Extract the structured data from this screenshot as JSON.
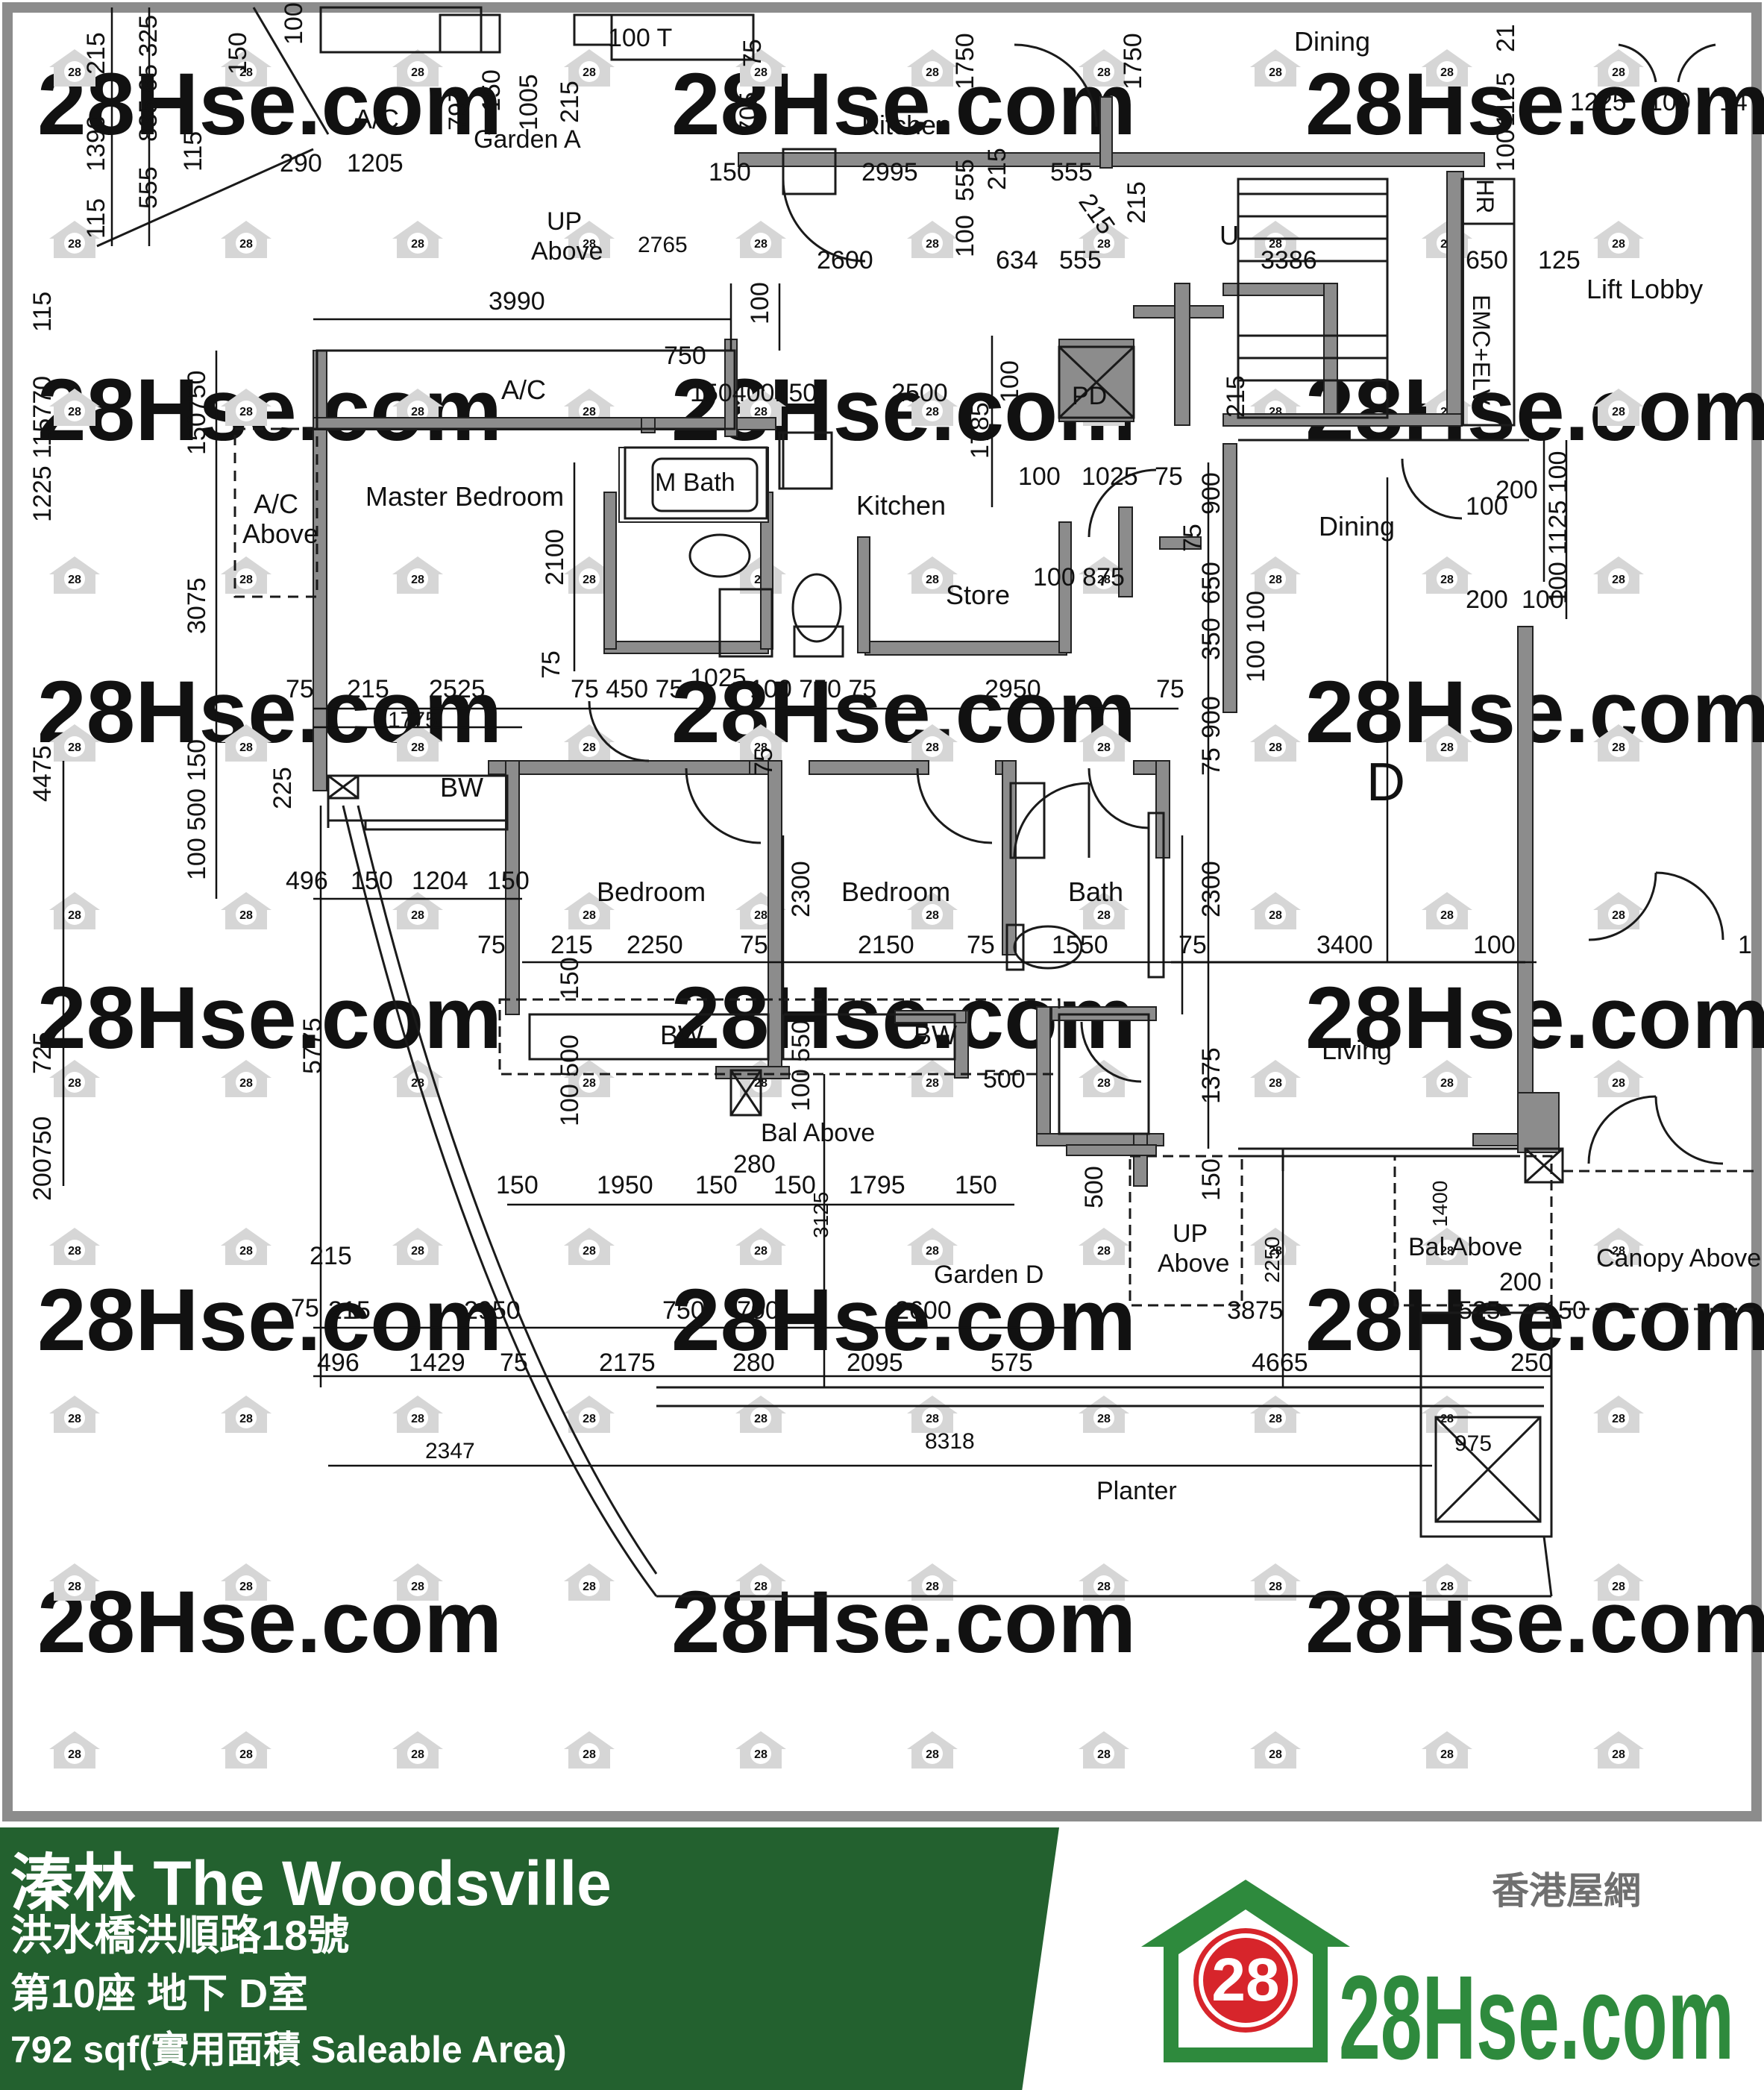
{
  "watermark": "28Hse.com",
  "watermark_badge": "28",
  "rooms": {
    "dining_top": "Dining",
    "kitchen_top": "Kitchen",
    "garden_a": "Garden A",
    "ac_top": "A/C",
    "up_above_top": "UP\nAbove",
    "lift_lobby": "Lift Lobby",
    "emc_elv": "EMC+ELV",
    "hr": "HR",
    "u": "U",
    "ac": "A/C",
    "pd": "PD",
    "ac_above": "A/C\nAbove",
    "master_bedroom": "Master Bedroom",
    "m_bath": "M Bath",
    "kitchen": "Kitchen",
    "store": "Store",
    "dining": "Dining",
    "unit_letter": "D",
    "bw_1": "BW",
    "bedroom_1": "Bedroom",
    "bedroom_2": "Bedroom",
    "bath": "Bath",
    "bw_2": "BW",
    "bw_3": "BW",
    "living": "Living",
    "bal_above_1": "Bal Above",
    "up_above": "UP\nAbove",
    "bal_above_2": "Bal Above",
    "canopy_above": "Canopy Above",
    "garden_d": "Garden D",
    "planter": "Planter"
  },
  "dimensions": {
    "d01": "215",
    "d02": "1390",
    "d03": "115",
    "d04": "835 65 325",
    "d05": "555",
    "d06": "115",
    "d07": "150",
    "d08": "100",
    "d09": "797",
    "d10": "150",
    "d11": "1005",
    "d12": "215",
    "d13": "290",
    "d14": "1205",
    "d15": "100 T",
    "d16": "705",
    "d17": "75",
    "d18": "1750",
    "d19": "1750",
    "d20": "150",
    "d21": "2995",
    "d22": "555",
    "d23": "215",
    "d24": "555",
    "d25": "215",
    "d26": "215",
    "d27": "2765",
    "d28": "2600",
    "d29": "100",
    "d30": "634",
    "d31": "555",
    "d32": "3386",
    "d33": "650",
    "d34": "125",
    "d35": "1225",
    "d36": "100",
    "d37": "14",
    "d38": "1125",
    "d39": "21",
    "d40": "100",
    "d41": "3990",
    "d42": "100",
    "d43": "750",
    "d44": "150400150",
    "d45": "2500",
    "d46": "100",
    "d47": "215",
    "d48": "1785",
    "d49": "115",
    "d50": "1225 115770",
    "d51": "150750",
    "d52": "3075",
    "d53": "2100",
    "d54": "100",
    "d55": "1025",
    "d56": "75",
    "d57": "900",
    "d58": "100",
    "d59": "200",
    "d60": "100 1125 100",
    "d61": "100 875",
    "d62": "75",
    "d63": "650",
    "d64": "350",
    "d65": "100 100",
    "d66": "200",
    "d67": "100",
    "d68": "75",
    "d69": "75",
    "d70": "215",
    "d71": "2525",
    "d72": "75 450 75",
    "d73": "1025",
    "d74": "100 750 75",
    "d75": "2950",
    "d76": "75",
    "d77": "1775",
    "d78": "900",
    "d79": "75",
    "d80": "4475",
    "d81": "100 500 150",
    "d82": "225",
    "d83": "75",
    "d84": "496",
    "d85": "150",
    "d86": "1204",
    "d87": "150",
    "d88": "2300",
    "d89": "2300",
    "d90": "75",
    "d91": "215",
    "d92": "2250",
    "d93": "75",
    "d94": "2150",
    "d95": "75",
    "d96": "1550",
    "d97": "75",
    "d98": "3400",
    "d99": "100",
    "d100": "5775",
    "d101": "725",
    "d102": "200750",
    "d103": "150",
    "d104": "100 500",
    "d105": "100 550",
    "d106": "500",
    "d107": "1375",
    "d108": "280",
    "d109": "150",
    "d110": "1950",
    "d111": "150",
    "d112": "150",
    "d113": "1795",
    "d114": "150",
    "d115": "3125",
    "d116": "500",
    "d117": "150",
    "d118": "1400",
    "d119": "215",
    "d120": "75",
    "d121": "215",
    "d122": "2950",
    "d123": "750",
    "d124": "700",
    "d125": "2600",
    "d126": "2250",
    "d127": "3875",
    "d128": "200",
    "d129": "525",
    "d130": "150",
    "d131": "496",
    "d132": "1429",
    "d133": "75",
    "d134": "2175",
    "d135": "280",
    "d136": "2095",
    "d137": "575",
    "d138": "4665",
    "d139": "250",
    "d140": "2347",
    "d141": "8318",
    "d142": "975",
    "d143": "1"
  },
  "footer": {
    "title": "溱林 The Woodsville",
    "address": "洪水橋洪順路18號",
    "unit": "第10座 地下 D室",
    "area": "792 sqf(實用面積 Saleable Area)"
  },
  "logo": {
    "badge": "28",
    "chinese": "香港屋網",
    "brand": "28Hse.com"
  },
  "colors": {
    "wall": "#8c8c8c",
    "footer_green": "#23612f",
    "logo_green": "#2e8a3d",
    "logo_red": "#d7252b",
    "watermark": "#cfcfcf"
  }
}
